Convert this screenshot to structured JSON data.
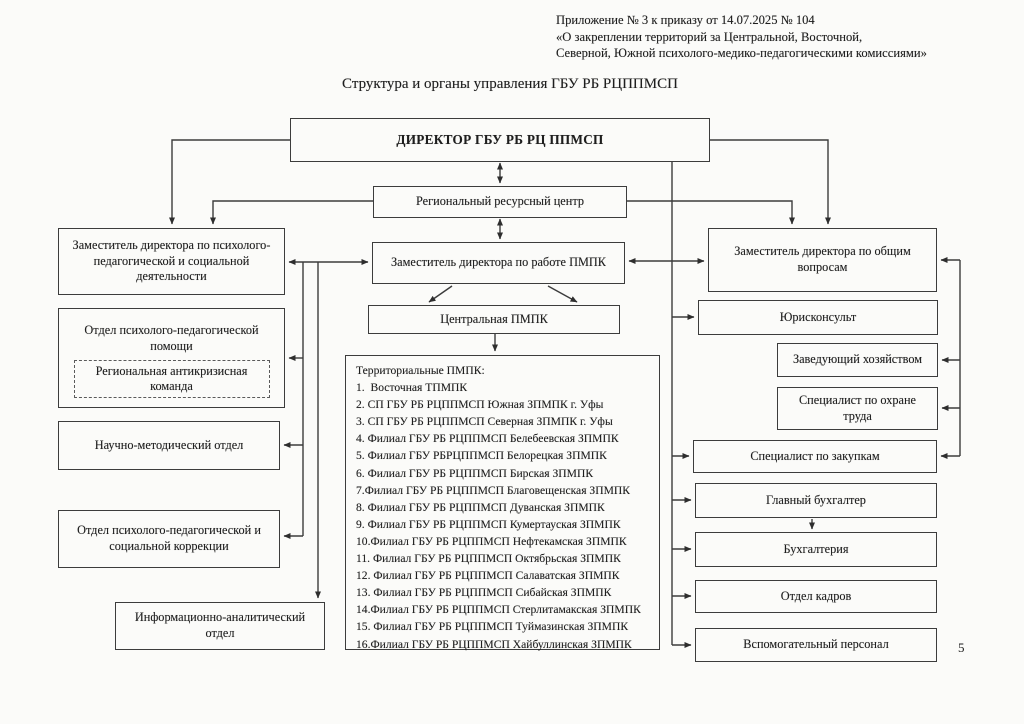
{
  "header": {
    "line1": "Приложение № 3 к приказу от 14.07.2025 № 104",
    "line2": "«О закреплении территорий за Центральной, Восточной,",
    "line3": "Северной, Южной психолого-медико-педагогическими комиссиями»"
  },
  "title": "Структура и органы управления ГБУ РБ РЦППМСП",
  "boxes": {
    "director": "ДИРЕКТОР ГБУ РБ РЦ ППМСП",
    "resource_center": "Региональный ресурсный центр",
    "deputy_psych": "Заместитель директора по психолого-педагогической и социальной деятельности",
    "dept_psych_help": "Отдел психолого-педагогической помощи",
    "crisis_team": "Региональная антикризисная команда",
    "dept_methodical": "Научно-методический отдел",
    "dept_correction": "Отдел психолого-педагогической и социальной коррекции",
    "dept_info": "Информационно-аналитический отдел",
    "deputy_pmpk": "Заместитель директора по работе ПМПК",
    "central_pmpk": "Центральная ПМПК",
    "deputy_general": "Заместитель директора по общим вопросам",
    "legal": "Юрисконсульт",
    "household": "Заведующий хозяйством",
    "labor_safety": "Специалист по охране труда",
    "procurement": "Специалист по закупкам",
    "chief_accountant": "Главный бухгалтер",
    "accounting": "Бухгалтерия",
    "hr": "Отдел кадров",
    "support_staff": "Вспомогательный персонал"
  },
  "territorial_pmpk": {
    "heading": "Территориальные ПМПК:",
    "items": [
      "1.  Восточная ТПМПК",
      "2. СП ГБУ РБ РЦППМСП Южная ЗПМПК г. Уфы",
      "3. СП ГБУ РБ РЦППМСП Северная ЗПМПК г. Уфы",
      "4. Филиал ГБУ РБ РЦППМСП Белебеевская ЗПМПК",
      "5. Филиал ГБУ РБРЦППМСП Белорецкая ЗПМПК",
      "6. Филиал ГБУ РБ РЦППМСП Бирская ЗПМПК",
      "7.Филиал ГБУ РБ РЦППМСП Благовещенская ЗПМПК",
      "8. Филиал ГБУ РБ РЦППМСП Дуванская ЗПМПК",
      "9. Филиал ГБУ РБ РЦППМСП Кумертауская ЗПМПК",
      "10.Филиал ГБУ РБ РЦППМСП Нефтекамская ЗПМПК",
      "11. Филиал ГБУ РБ РЦППМСП Октябрьская ЗПМПК",
      "12. Филиал ГБУ РБ РЦППМСП Салаватская ЗПМПК",
      "13. Филиал ГБУ РБ РЦППМСП Сибайская ЗПМПК",
      "14.Филиал ГБУ РБ РЦППМСП Стерлитамакская ЗПМПК",
      "15. Филиал ГБУ РБ РЦППМСП Туймазинская ЗПМПК",
      "16.Филиал ГБУ РБ РЦППМСП Хайбуллинская ЗПМПК"
    ]
  },
  "page": {
    "number": "5"
  }
}
